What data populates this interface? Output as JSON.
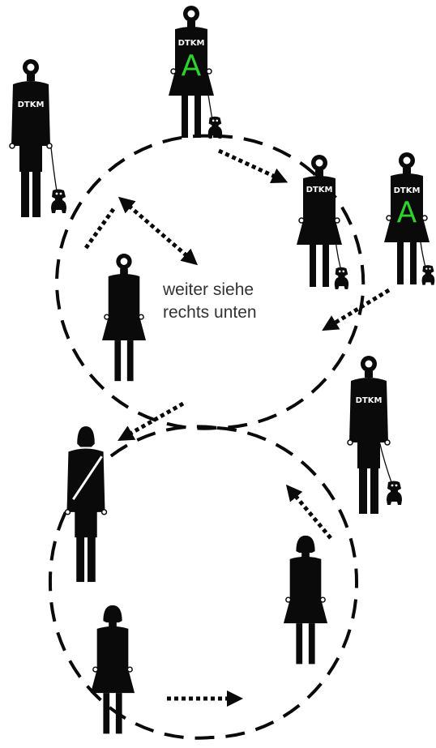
{
  "labels": {
    "club": "DTKM",
    "letter_a": "A",
    "note_line1": "weiter siehe",
    "note_line2": "rechts unten"
  },
  "colors": {
    "figure": "#0a0a0a",
    "letter_a": "#2fd12f",
    "note_text": "#333333",
    "background": "#ffffff"
  },
  "figures": [
    {
      "id": "judge-a-top",
      "kind": "judge-woman",
      "label": "DTKM",
      "letter": "A",
      "dog": true
    },
    {
      "id": "handler-left",
      "kind": "man",
      "label": "DTKM",
      "dog": true
    },
    {
      "id": "handler-right-mid",
      "kind": "woman",
      "label": "DTKM",
      "dog": true
    },
    {
      "id": "judge-a-right",
      "kind": "woman",
      "label": "DTKM",
      "letter": "A",
      "dog": true
    },
    {
      "id": "person-inner-upper",
      "kind": "woman",
      "dog": false
    },
    {
      "id": "handler-right-lower",
      "kind": "man",
      "label": "DTKM",
      "dog": true
    },
    {
      "id": "cyclist-left",
      "kind": "man-bag",
      "dog": false
    },
    {
      "id": "person-right-lower",
      "kind": "woman-bob",
      "dog": false
    },
    {
      "id": "person-bottom-left",
      "kind": "woman-bob",
      "dog": false
    }
  ]
}
